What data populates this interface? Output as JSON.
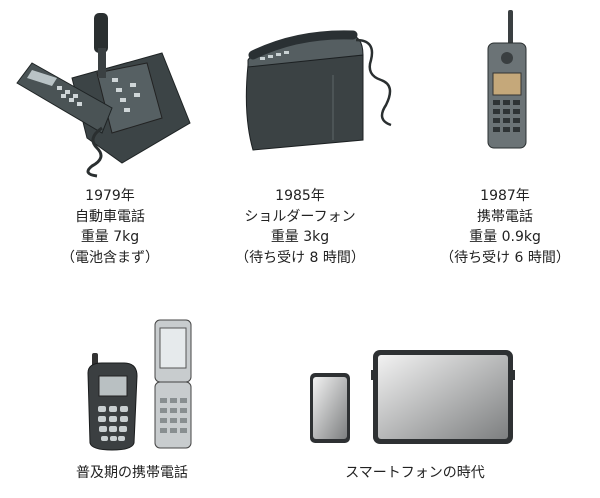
{
  "phones": [
    {
      "year": "1979年",
      "name": "自動車電話",
      "weight": "重量 7kg",
      "note": "（電池含まず）"
    },
    {
      "year": "1985年",
      "name": "ショルダーフォン",
      "weight": "重量 3kg",
      "note": "（待ち受け 8 時間）"
    },
    {
      "year": "1987年",
      "name": "携帯電話",
      "weight": "重量 0.9kg",
      "note": "（待ち受け 6 時間）"
    }
  ],
  "bottom": {
    "feature_phone_caption": "普及期の携帯電話",
    "smartphone_caption": "スマートフォンの時代"
  }
}
